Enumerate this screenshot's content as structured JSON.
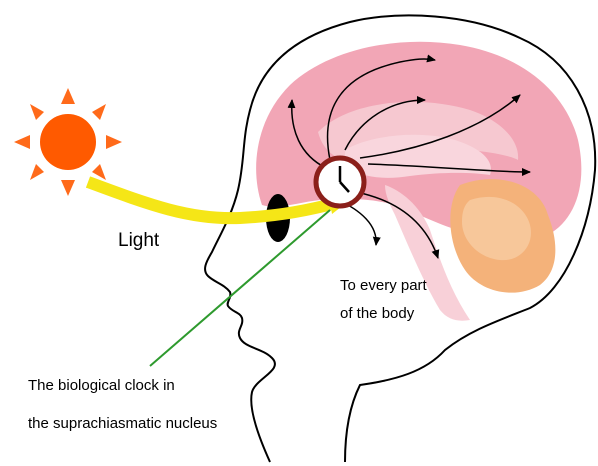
{
  "labels": {
    "light": "Light",
    "destination_line1": "To every part",
    "destination_line2": "of the body",
    "clock_line1": "The biological clock in",
    "clock_line2": "the suprachiasmatic nucleus"
  },
  "colors": {
    "sun_rays": "#FF6A1A",
    "sun_core": "#FF5A00",
    "light_beam": "#F5E617",
    "cerebrum": "#F2A6B6",
    "inner_brain": "#F6C8D0",
    "cerebellum": "#F4B27A",
    "eye": "#000000",
    "clock_ring": "#8B1F1A",
    "pointer_line": "#2E9A2E",
    "outline": "#000000"
  },
  "icons": {
    "sun": "sun-icon",
    "clock": "clock-icon",
    "eye": "eye-icon"
  }
}
